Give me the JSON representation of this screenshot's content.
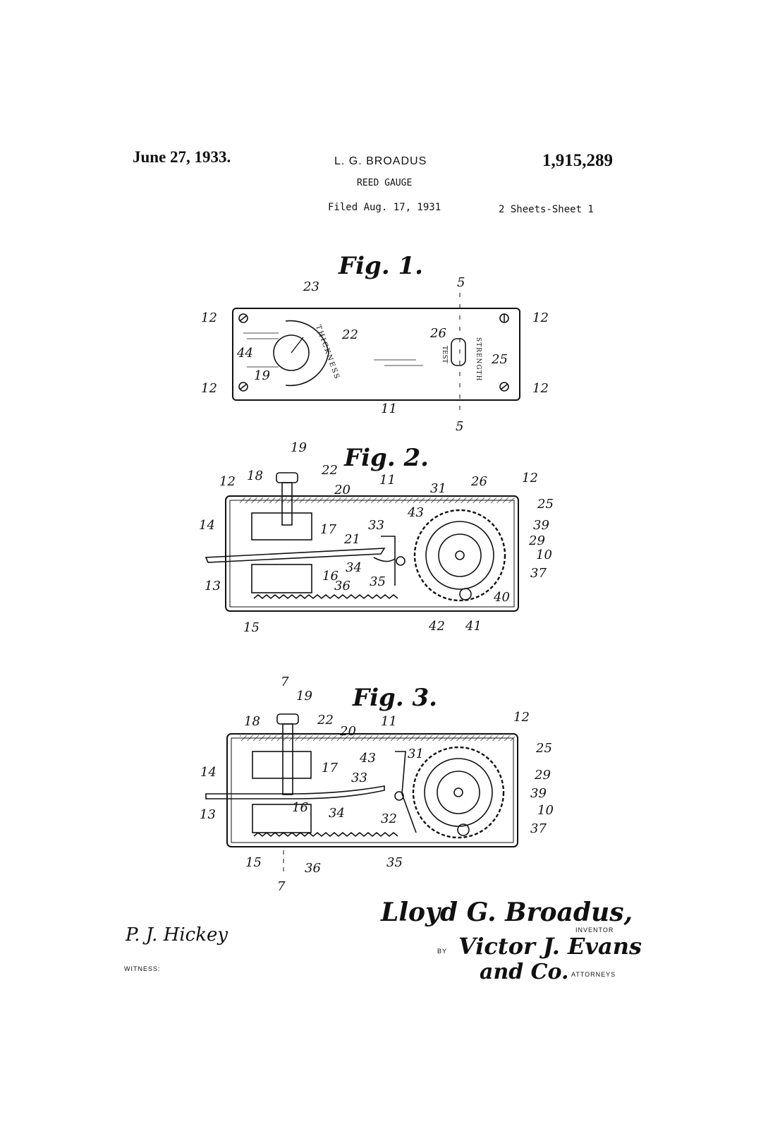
{
  "header": {
    "date": "June 27, 1933.",
    "inventor": "L. G. BROADUS",
    "patent_number": "1,915,289",
    "title": "REED GAUGE",
    "filed": "Filed Aug. 17, 1931",
    "sheets": "2 Sheets-Sheet 1"
  },
  "figures": {
    "fig1": {
      "label": "Fig. 1.",
      "dial_thickness": "THICKNESS",
      "dial_strength": "STRENGTH",
      "dial_test": "TEST",
      "refs": [
        "23",
        "12",
        "22",
        "44",
        "19",
        "12",
        "11",
        "5",
        "26",
        "25",
        "12",
        "12",
        "5"
      ]
    },
    "fig2": {
      "label": "Fig. 2.",
      "refs": [
        "19",
        "22",
        "18",
        "20",
        "12",
        "11",
        "31",
        "26",
        "12",
        "25",
        "43",
        "39",
        "14",
        "33",
        "21",
        "29",
        "17",
        "10",
        "34",
        "16",
        "35",
        "37",
        "13",
        "36",
        "40",
        "15",
        "42",
        "41"
      ]
    },
    "fig3": {
      "label": "Fig. 3.",
      "refs": [
        "7",
        "19",
        "22",
        "18",
        "20",
        "11",
        "12",
        "25",
        "43",
        "31",
        "29",
        "14",
        "33",
        "17",
        "39",
        "10",
        "13",
        "16",
        "34",
        "32",
        "37",
        "15",
        "36",
        "35",
        "7"
      ]
    }
  },
  "signatures": {
    "inventor_signature": "Lloyd G. Broadus,",
    "inventor_caption": "INVENTOR",
    "by": "BY",
    "attorney_signature_line1": "Victor J. Evans",
    "attorney_signature_line2": "and Co.",
    "attorneys_caption": "ATTORNEYS",
    "witness_signature": "P. J. Hickey",
    "witness_caption": "WITNESS:"
  }
}
